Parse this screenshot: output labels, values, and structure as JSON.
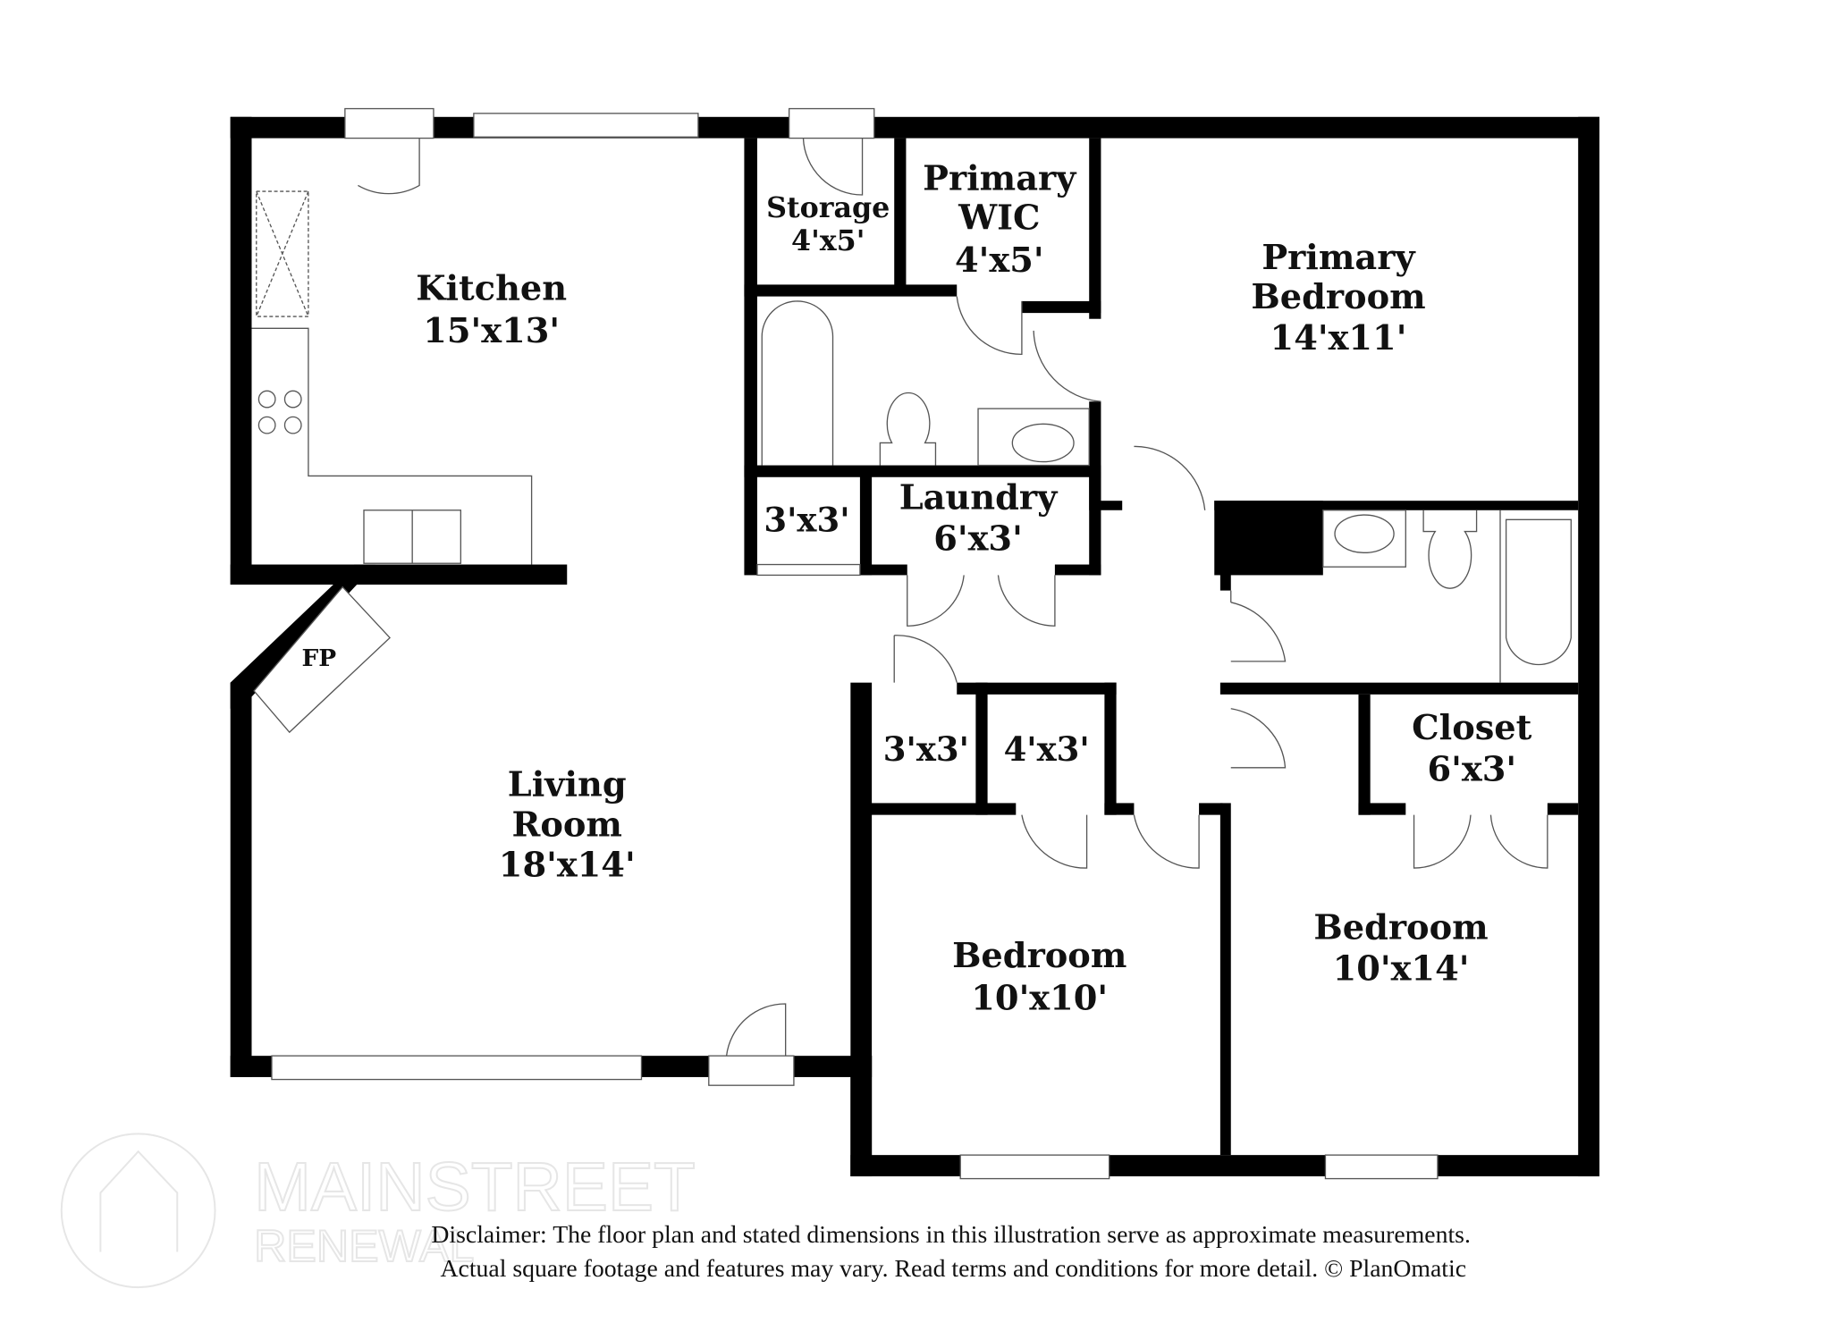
{
  "rooms": {
    "kitchen": {
      "name": "Kitchen",
      "size": "15'x13'"
    },
    "storage": {
      "name": "Storage",
      "size": "4'x5'"
    },
    "primary_wic": {
      "name_line1": "Primary",
      "name_line2": "WIC",
      "size": "4'x5'"
    },
    "primary_bedroom": {
      "name_line1": "Primary",
      "name_line2": "Bedroom",
      "size": "14'x11'"
    },
    "closet_small_a": {
      "size": "3'x3'"
    },
    "laundry": {
      "name": "Laundry",
      "size": "6'x3'"
    },
    "fireplace": {
      "name": "FP"
    },
    "living_room": {
      "name_line1": "Living",
      "name_line2": "Room",
      "size": "18'x14'"
    },
    "closet_small_b": {
      "size": "3'x3'"
    },
    "closet_small_c": {
      "size": "4'x3'"
    },
    "closet": {
      "name": "Closet",
      "size": "6'x3'"
    },
    "bedroom_a": {
      "name": "Bedroom",
      "size": "10'x10'"
    },
    "bedroom_b": {
      "name": "Bedroom",
      "size": "10'x14'"
    }
  },
  "disclaimer": {
    "line1": "Disclaimer: The floor plan and stated dimensions in this illustration serve as approximate measurements.",
    "line2": "Actual square footage and features may vary. Read terms and conditions for more detail. © PlanOmatic"
  },
  "watermark": {
    "line1": "MAINSTREET",
    "line2": "RENEWAL"
  },
  "colors": {
    "wall": "#000000",
    "background": "#ffffff",
    "fixture_line": "#555555",
    "watermark": "#e6e6e6"
  }
}
